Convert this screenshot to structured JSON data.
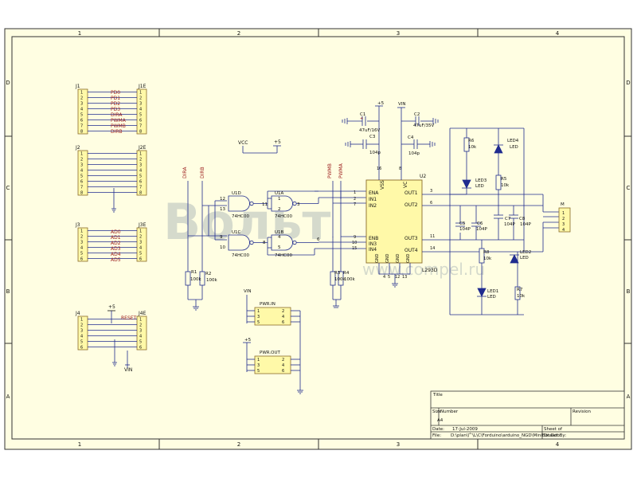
{
  "frame": {
    "columns": [
      "1",
      "2",
      "3",
      "4"
    ],
    "rows": [
      "D",
      "C",
      "B",
      "A"
    ]
  },
  "watermark": {
    "text": "Вольт",
    "url": "www.compel.ru"
  },
  "headers": {
    "j1": "J1",
    "j1e": "J1E",
    "j2": "J2",
    "j2e": "J2E",
    "j3": "J3",
    "j3e": "J3E",
    "j4": "J4",
    "j4e": "J4E"
  },
  "pins_1_8": [
    "1",
    "2",
    "3",
    "4",
    "5",
    "6",
    "7",
    "8"
  ],
  "pins_1_6": [
    "1",
    "2",
    "3",
    "4",
    "5",
    "6"
  ],
  "j1_nets": [
    "PD0",
    "PD1",
    "PD2",
    "PD3",
    "DIRA",
    "PWMA",
    "PWMB",
    "DIRB"
  ],
  "j3_nets": [
    "AD0",
    "AD1",
    "AD2",
    "AD3",
    "AD4",
    "AD5"
  ],
  "j4_labels": {
    "plus5": "+5",
    "reset": "RESET",
    "vin": "VIN"
  },
  "power": {
    "vcc": "VCC",
    "plus5_a": "+5",
    "plus5_b": "+5",
    "plus5_c": "+5",
    "vin_a": "VIN",
    "vin_b": "VIN"
  },
  "caps": {
    "c1": "C1",
    "c1v": "47uF/16V",
    "c2": "C2",
    "c2v": "47uF/35V",
    "c3": "C3",
    "c3v": "104p",
    "c4": "C4",
    "c4v": "104p",
    "c5": "C5",
    "c5v": "104P",
    "c6": "C6",
    "c6v": "104P",
    "c7": "C7",
    "c7v": "104P",
    "c8": "C8",
    "c8v": "104P"
  },
  "resistors": {
    "r1": "R1",
    "r1v": "100k",
    "r2": "R2",
    "r2v": "100k",
    "r3": "R3",
    "r3v": "100k",
    "r4": "R4",
    "r4v": "100k",
    "r5": "R5",
    "r5v": "10k",
    "r6": "R6",
    "r6v": "10k",
    "r7": "R7",
    "r7v": "10k",
    "r8": "R8",
    "r8v": "10k"
  },
  "leds": {
    "led1": "LED1",
    "led2": "LED2",
    "led3": "LED3",
    "led4": "LED4",
    "led": "LED"
  },
  "gates": {
    "u1a": "U1A",
    "u1b": "U1B",
    "u1c": "U1C",
    "u1d": "U1D",
    "part": "74HC00",
    "p12": "12",
    "p13": "13",
    "p11": "11",
    "p1": "1",
    "p2": "2",
    "p3": "3",
    "p9": "9",
    "p10": "10",
    "p8": "8",
    "p4": "4",
    "p5": "5",
    "p6": "6"
  },
  "nets": {
    "dira": "DIRA",
    "dirb": "DIRB",
    "pwmb": "PWMB",
    "pwma": "PWMA"
  },
  "u2": {
    "ref": "U2",
    "part": "L293D",
    "vss": "VSS",
    "vc": "VC",
    "p16": "16",
    "p8": "8",
    "left": [
      "ENA",
      "IN1",
      "IN2",
      "ENB",
      "IN3",
      "IN4"
    ],
    "left_pins": [
      "1",
      "2",
      "7",
      "9",
      "10",
      "15"
    ],
    "right": [
      "OUT1",
      "OUT2",
      "OUT3",
      "OUT4"
    ],
    "right_pins": [
      "3",
      "6",
      "11",
      "14"
    ],
    "gnd": [
      "GND",
      "GND",
      "GND",
      "GND"
    ],
    "gnd_pins": [
      "4",
      "5",
      "12",
      "13"
    ]
  },
  "motor": {
    "ref": "M",
    "pins": [
      "1",
      "2",
      "3",
      "4"
    ]
  },
  "pwr_in": {
    "title": "PWR.IN",
    "pins": [
      "1",
      "2",
      "3",
      "4",
      "5",
      "6"
    ]
  },
  "pwr_out": {
    "title": "PWR.OUT",
    "pins": [
      "1",
      "2",
      "3",
      "4",
      "5",
      "6"
    ]
  },
  "title_block": {
    "title_label": "Title",
    "size_label": "Size",
    "number_label": "Number",
    "revision_label": "Revision",
    "size_value": "A4",
    "date_label": "Date:",
    "date_value": "17-Jul-2009",
    "sheet_label": "Sheet of",
    "file_label": "File:",
    "file_value": "D:\\plan\\广\\L\\C\\Forduino\\arduino_NGD\\MiniBot.Ddb",
    "drawn_label": "Drawn By:"
  }
}
